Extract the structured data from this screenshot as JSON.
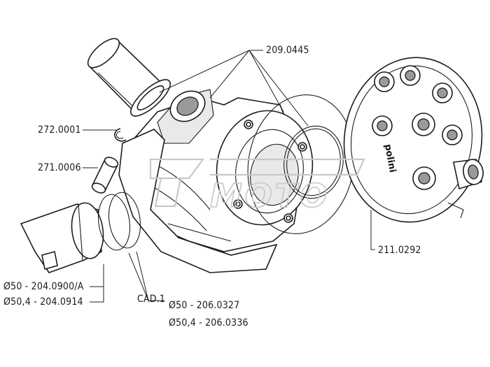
{
  "labels": {
    "gasket_top": "209.0445",
    "circlip": "272.0001",
    "pin": "271.0006",
    "head": "211.0292",
    "piston_1": "Ø50 - 204.0900/A",
    "piston_2": "Ø50,4 - 204.0914",
    "cad": "CAD.1",
    "rings_1": "Ø50 - 206.0327",
    "rings_2": "Ø50,4 - 206.0336"
  },
  "head_brand": "polini",
  "watermark": "MOTO"
}
